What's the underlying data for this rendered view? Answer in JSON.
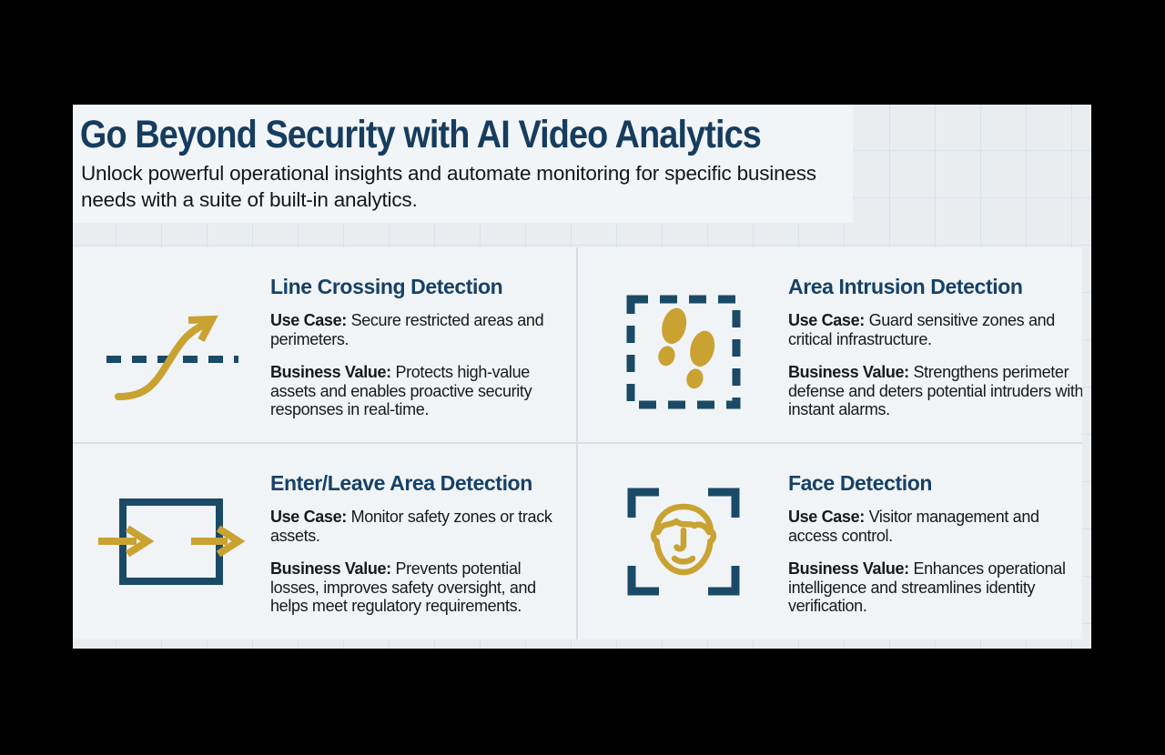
{
  "window": {
    "background_color": "#000000"
  },
  "slide": {
    "title": "Go Beyond Security with AI Video Analytics",
    "subtitle": "Unlock powerful operational insights and automate monitoring for specific business needs with a suite of built-in analytics.",
    "colors": {
      "heading_navy": "#163c5e",
      "card_title_navy": "#164166",
      "icon_navy": "#1a4a66",
      "icon_gold": "#c9a232",
      "body_text": "#17191c",
      "panel_background": "#f2f5f7",
      "card_background": "#f1f4f6",
      "grid_background": "#eaedf0",
      "grid_line": "#dce1e6"
    },
    "cards": [
      {
        "icon": "line-crossing-icon",
        "title": "Line Crossing Detection",
        "use_case_label": "Use Case:",
        "use_case_text": "Secure restricted areas and perimeters.",
        "business_value_label": "Business Value:",
        "business_value_text": "Protects high-value assets and enables proactive security responses in real-time."
      },
      {
        "icon": "area-intrusion-icon",
        "title": "Area Intrusion Detection",
        "use_case_label": "Use Case:",
        "use_case_text": "Guard sensitive zones and critical infrastructure.",
        "business_value_label": "Business Value:",
        "business_value_text": "Strengthens perimeter defense and deters potential intruders with instant alarms."
      },
      {
        "icon": "enter-leave-area-icon",
        "title": "Enter/Leave Area Detection",
        "use_case_label": "Use Case:",
        "use_case_text": "Monitor safety zones or track assets.",
        "business_value_label": "Business Value:",
        "business_value_text": "Prevents potential losses, improves safety oversight, and helps meet regulatory requirements."
      },
      {
        "icon": "face-detection-icon",
        "title": "Face Detection",
        "use_case_label": "Use Case:",
        "use_case_text": "Visitor management and access control.",
        "business_value_label": "Business Value:",
        "business_value_text": "Enhances operational intelligence and streamlines identity verification."
      }
    ]
  }
}
